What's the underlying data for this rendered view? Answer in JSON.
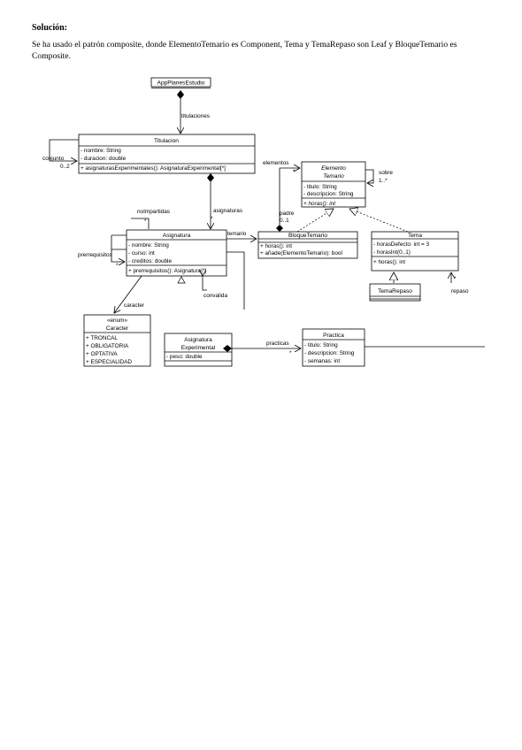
{
  "heading": "Solución:",
  "intro": "Se ha usado el patrón composite, donde ElementoTemario es Component, Tema y TemaRepaso son Leaf y BloqueTemario es Composite.",
  "diagram": {
    "app": {
      "name": "AppPlanesEstudio"
    },
    "titulacion": {
      "name": "Titulacion",
      "attrs": [
        "- nombre: String",
        "- duracion: double"
      ],
      "ops": [
        "+ asignaturasExperimentales(): AsignaturaExperimental[*]"
      ]
    },
    "asignatura": {
      "name": "Asignatura",
      "attrs": [
        "- nombre: String",
        "- curso: int",
        "- creditos: double"
      ],
      "ops": [
        "+ prerrequisitos(): Asignatura[*]"
      ]
    },
    "elemento": {
      "name_line1": "Elemento",
      "name_line2": "Temario",
      "attrs": [
        "- titulo: String",
        "- descripcion: String"
      ],
      "ops": [
        "+ horas(): int"
      ]
    },
    "bloque": {
      "name": "BloqueTemario",
      "ops": [
        "+ horas(): int",
        "+ añade(ElementoTemario): bool"
      ]
    },
    "tema": {
      "name": "Tema",
      "attrs": [
        "- horasDefecto: int = 3",
        "- horasInt(0..1)"
      ],
      "ops": [
        "+ horas(): int"
      ]
    },
    "temarepaso": {
      "name": "TemaRepaso"
    },
    "caracter": {
      "stereotype": "enum",
      "name": "Caracter",
      "values": [
        "+ TRONCAL",
        "+ OBLIGATORIA",
        "+ OPTATIVA",
        "+ ESPECIALIDAD"
      ]
    },
    "asigexp": {
      "name_line1": "Asignatura",
      "name_line2": "Experimental",
      "attrs": [
        "- peso: double"
      ]
    },
    "practica": {
      "name": "Practica",
      "attrs": [
        "- titulo: String",
        "- descripcion: String",
        "- semanas: int"
      ]
    },
    "labels": {
      "titulaciones": "titulaciones",
      "conjunto": "conjunto",
      "mult_02": "0..2",
      "elementos": "elementos",
      "padre": "padre",
      "mult_padre": "0..1",
      "sobre": "sobre",
      "mult_sobre": "1..*",
      "no_imparte": "noImpartidas",
      "asignaturas": "asignaturas",
      "temario": "temario",
      "prerrequisitos": "prerrequisitos",
      "convalida": "convalida",
      "caracter": "caracter",
      "repaso": "repaso",
      "practicas": "practicas",
      "mult_star": "*"
    }
  }
}
